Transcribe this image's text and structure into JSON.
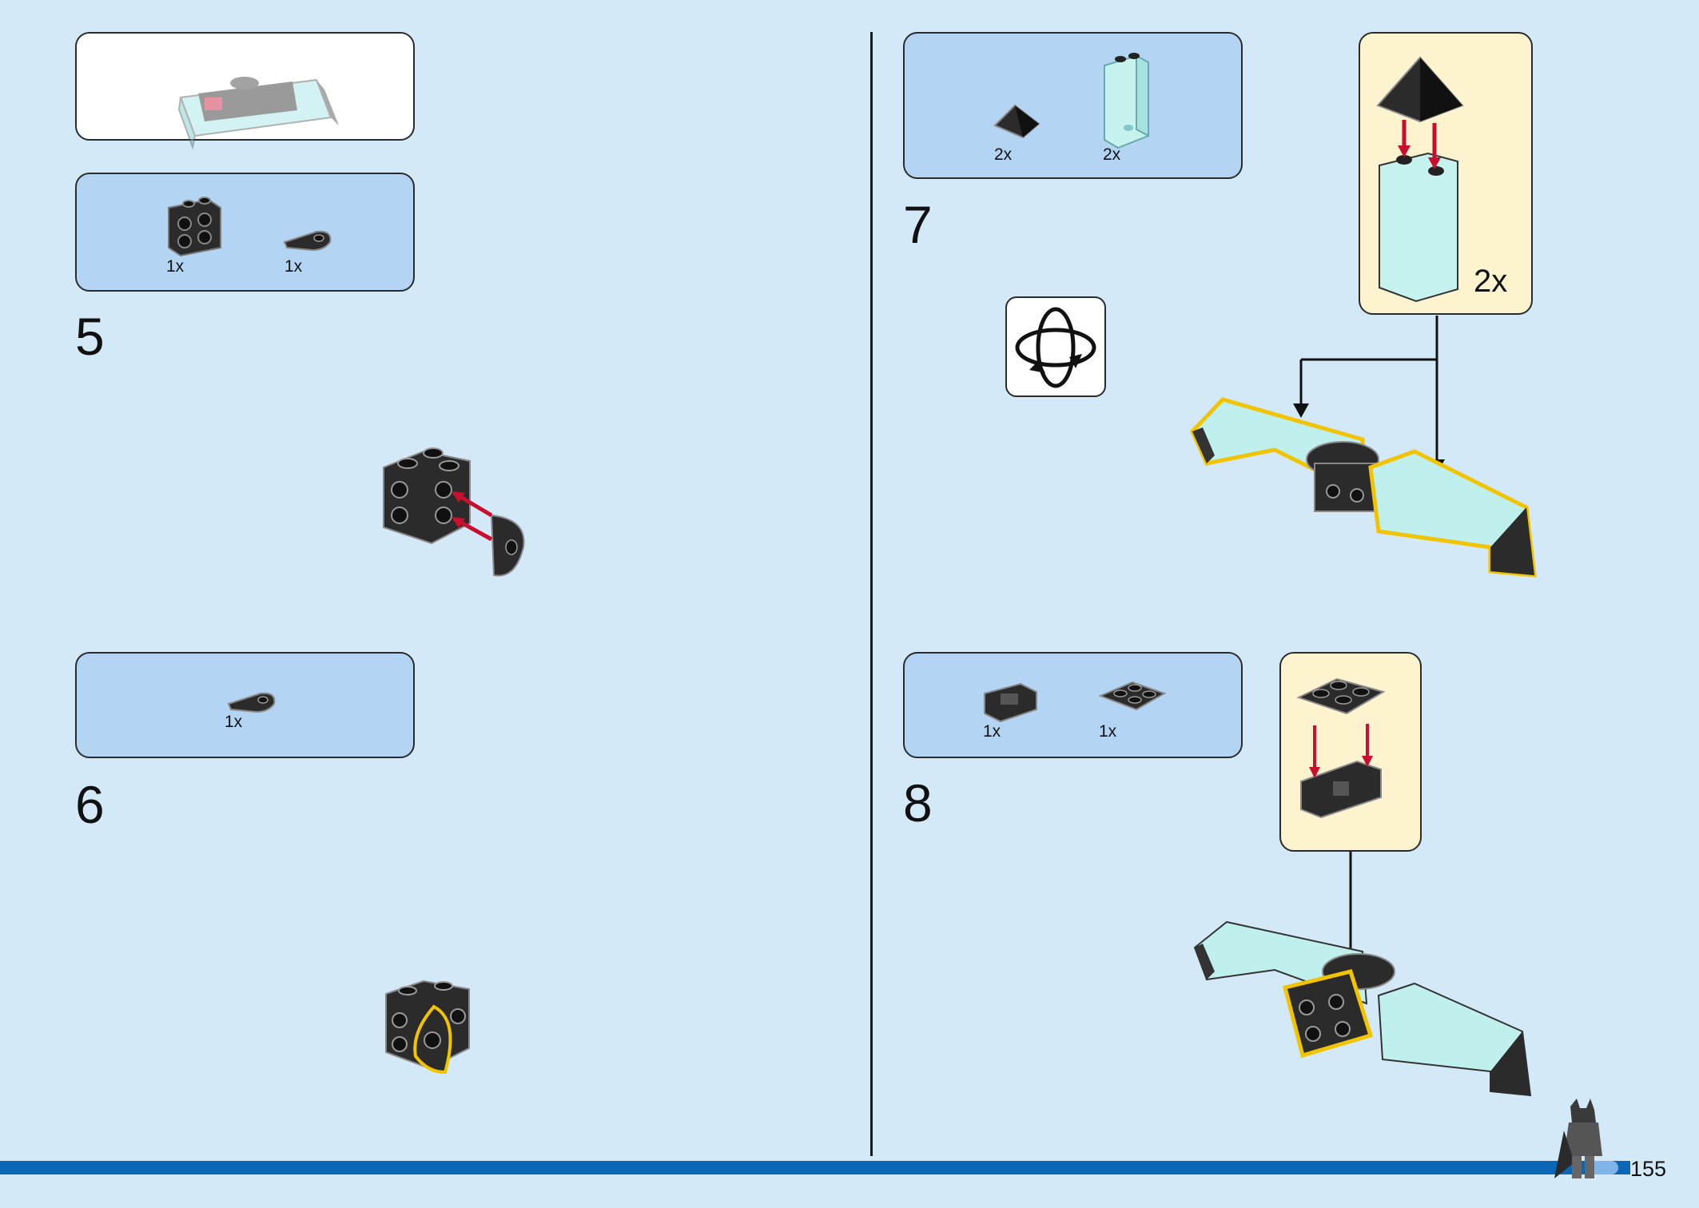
{
  "page": {
    "number": "155",
    "background_color": "#d4e9f8",
    "accent_color": "#0b66b5"
  },
  "left": {
    "preview": {
      "icon": "finished-model-preview"
    },
    "step5": {
      "number": "5",
      "parts": [
        {
          "icon": "brick-1x2-studs-on-sides",
          "qty": "1x"
        },
        {
          "icon": "round-tile-half",
          "qty": "1x"
        }
      ]
    },
    "step6": {
      "number": "6",
      "parts": [
        {
          "icon": "round-tile-half",
          "qty": "1x"
        }
      ]
    }
  },
  "right": {
    "step7": {
      "number": "7",
      "parts": [
        {
          "icon": "slope-pyramid",
          "qty": "2x"
        },
        {
          "icon": "panel-transparent",
          "qty": "2x"
        }
      ],
      "callout_qty": "2x",
      "rotate_icon": "rotate-model-icon"
    },
    "step8": {
      "number": "8",
      "parts": [
        {
          "icon": "hinge-plate",
          "qty": "1x"
        },
        {
          "icon": "plate-2x2",
          "qty": "1x"
        }
      ]
    }
  },
  "colors": {
    "parts_box": "#b3d5f3",
    "callout": "#fdf4cf",
    "arrow_red": "#c8102e",
    "highlight_yellow": "#f2c400",
    "part_black": "#2a2a2a",
    "transparent_cyan": "#bff0ee"
  }
}
